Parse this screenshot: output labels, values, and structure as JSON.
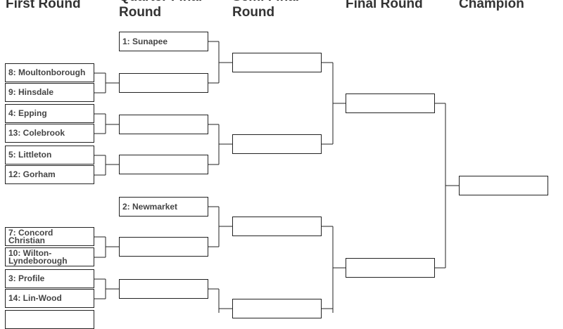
{
  "headers": {
    "first_round": "First Round",
    "quarter_final": "Quarter Final\nRound",
    "semi_final": "Semi Final\nRound",
    "final_round": "Final Round",
    "champion": "Champion"
  },
  "first_round": {
    "t1": "8: Moultonborough",
    "t2": "9: Hinsdale",
    "t3": "4: Epping",
    "t4": "13: Colebrook",
    "t5": "5: Littleton",
    "t6": "12: Gorham",
    "t7": "7: Concord Christian",
    "t8": "10: Wilton-Lyndeborough",
    "t9": "3: Profile",
    "t10": "14: Lin-Wood"
  },
  "quarter_final": {
    "top_bye": "1: Sunapee",
    "bottom_bye": "2: Newmarket"
  }
}
